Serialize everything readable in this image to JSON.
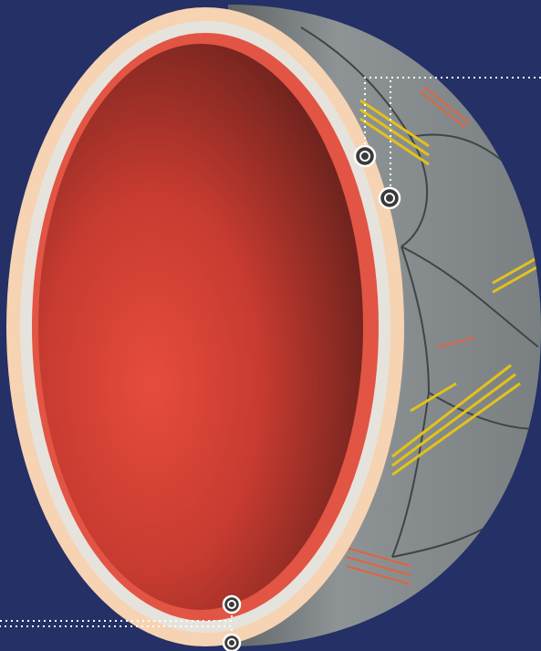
{
  "illustration": {
    "subject": "ball-cross-section",
    "colors": {
      "background": "#243066",
      "shell_gray": "#8e9496",
      "shell_shadow": "#5f6567",
      "panel_seam": "#3f4446",
      "stripe_yellow": "#e3c21a",
      "stripe_orange": "#e0643f",
      "outer_layer": "#f6d3b2",
      "middle_layer": "#e6e3dd",
      "bladder": "#e25443",
      "inner_dark": "#5e1e1a",
      "inner_light": "#e64c3d",
      "leader_line": "#ffffff"
    },
    "markers": [
      {
        "name": "marker-outer-shell"
      },
      {
        "name": "marker-padding-layer"
      },
      {
        "name": "marker-bladder"
      },
      {
        "name": "marker-inner-lining"
      }
    ],
    "icons": [
      "target-ring-icon"
    ]
  }
}
